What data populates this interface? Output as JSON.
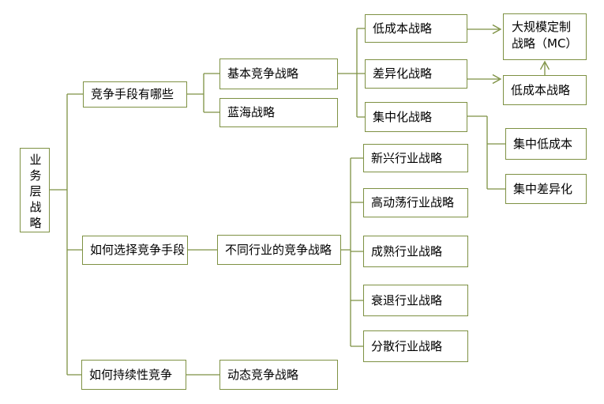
{
  "diagram": {
    "colors": {
      "connector": "#7e9143",
      "node_border": "#7e9143",
      "text": "#000000",
      "background": "#ffffff"
    },
    "root": {
      "label": "业务层战略"
    },
    "branches": [
      {
        "label": "竞争手段有哪些",
        "children": [
          {
            "label": "基本竞争战略",
            "children": [
              {
                "label": "低成本战略",
                "children": [
                  {
                    "label": "大规模定制战略（MC）"
                  }
                ]
              },
              {
                "label": "差异化战略",
                "children": [
                  {
                    "label": "低成本战略"
                  }
                ]
              },
              {
                "label": "集中化战略",
                "children": [
                  {
                    "label": "集中低成本"
                  },
                  {
                    "label": "集中差异化"
                  }
                ]
              }
            ]
          },
          {
            "label": "蓝海战略"
          }
        ]
      },
      {
        "label": "如何选择竞争手段",
        "children": [
          {
            "label": "不同行业的竞争战略",
            "children": [
              {
                "label": "新兴行业战略"
              },
              {
                "label": "高动荡行业战略"
              },
              {
                "label": "成熟行业战略"
              },
              {
                "label": "衰退行业战略"
              },
              {
                "label": "分散行业战略"
              }
            ]
          }
        ]
      },
      {
        "label": "如何持续性竞争",
        "children": [
          {
            "label": "动态竞争战略"
          }
        ]
      }
    ]
  }
}
